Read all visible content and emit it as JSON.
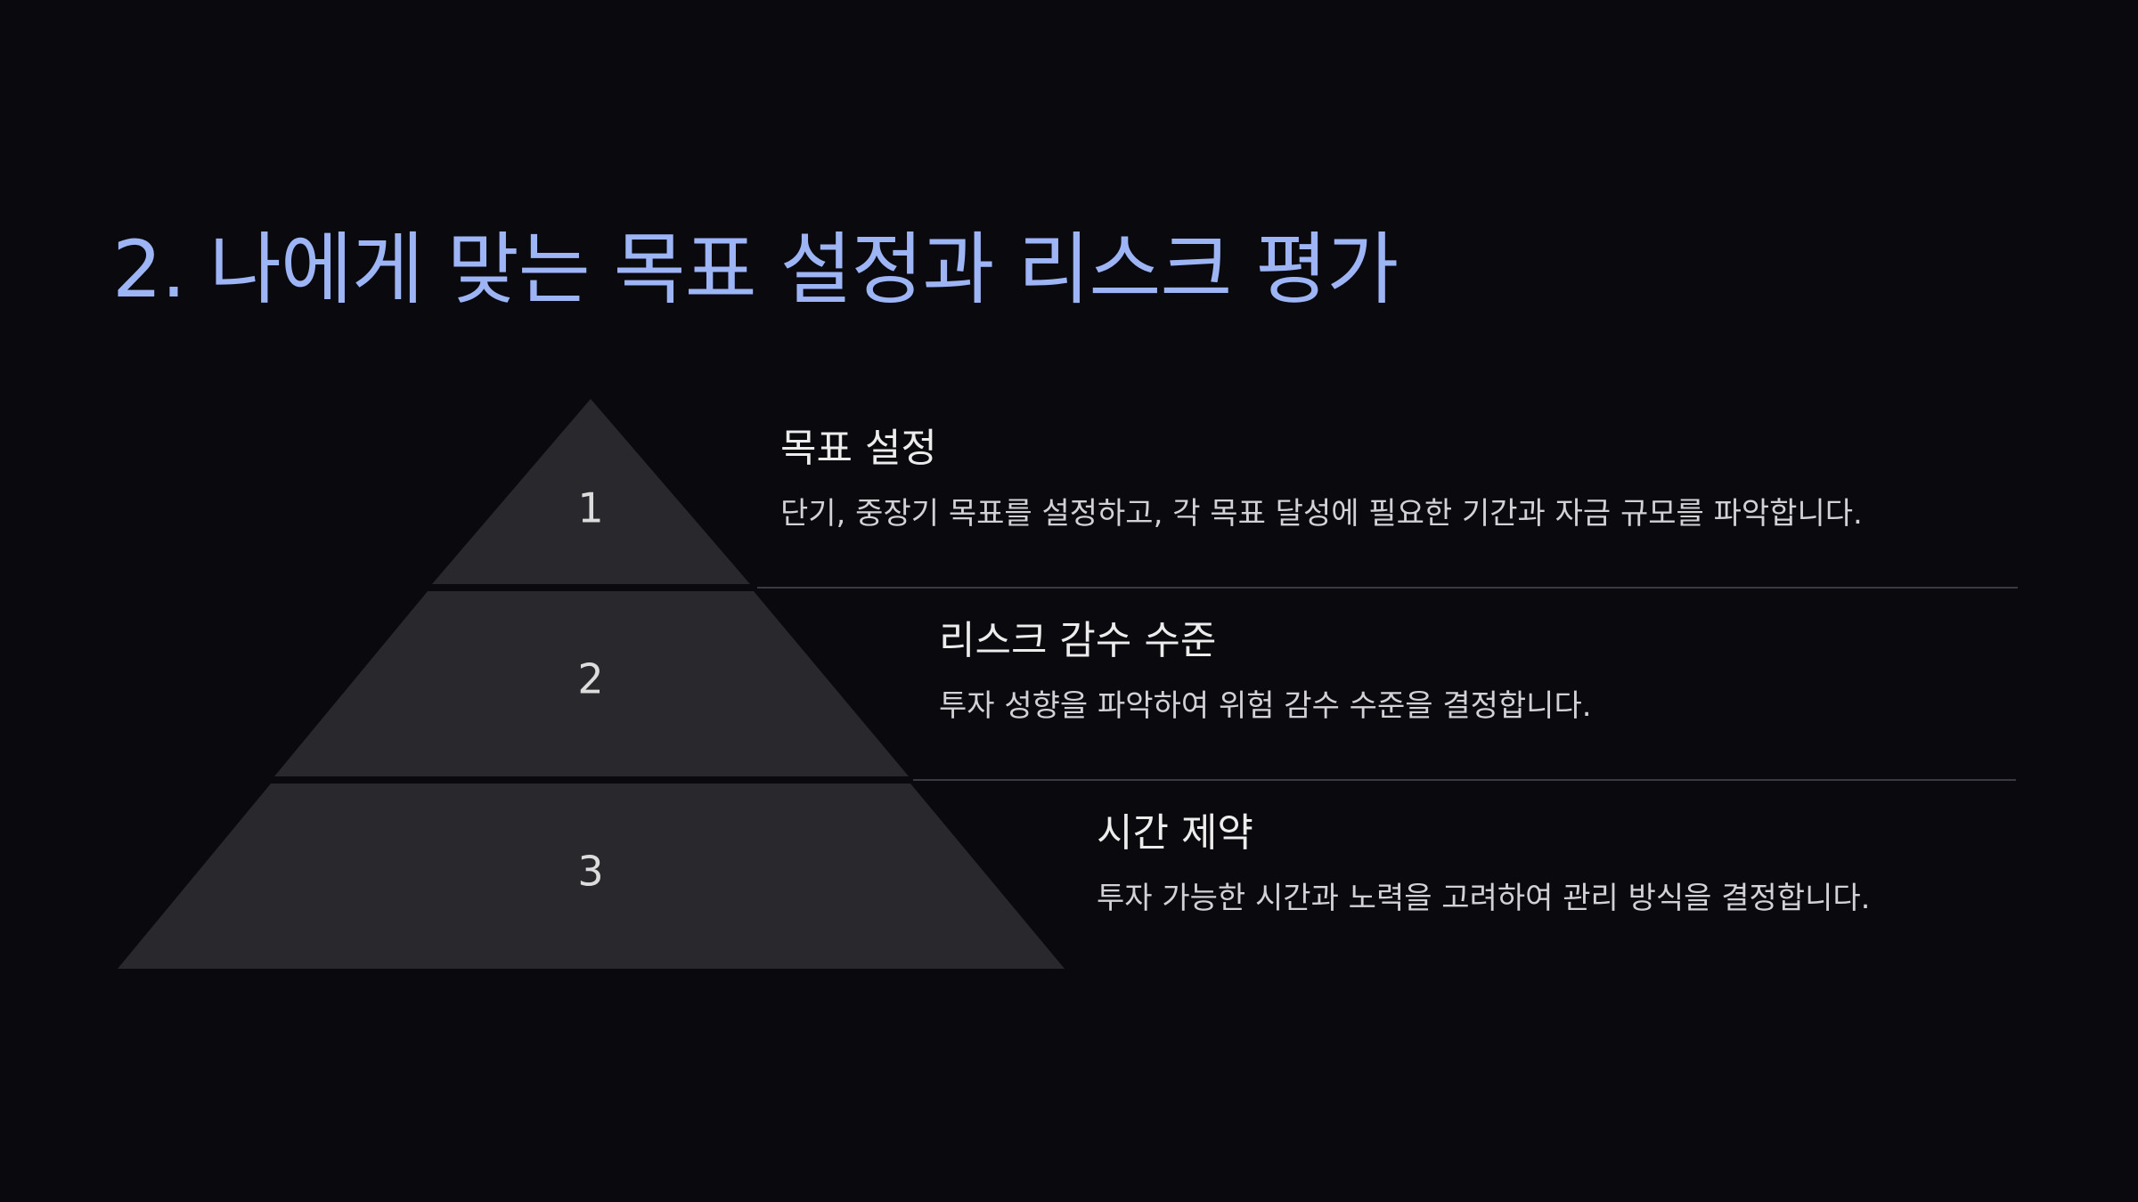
{
  "title": "2. 나에게 맞는 목표 설정과 리스크 평가",
  "colors": {
    "background": "#09090e",
    "title": "#9db4f5",
    "tier_fill": "#28282d",
    "tier_number": "#dcdcdc",
    "heading": "#ececec",
    "body_text": "#d2d2d6",
    "divider": "#3a3a40"
  },
  "tiers": [
    {
      "number": "1",
      "heading": "목표 설정",
      "description": "단기, 중장기 목표를 설정하고, 각 목표 달성에 필요한 기간과 자금 규모를 파악합니다."
    },
    {
      "number": "2",
      "heading": "리스크 감수 수준",
      "description": "투자 성향을 파악하여 위험 감수 수준을 결정합니다."
    },
    {
      "number": "3",
      "heading": "시간 제약",
      "description": "투자 가능한 시간과 노력을 고려하여 관리 방식을 결정합니다."
    }
  ]
}
